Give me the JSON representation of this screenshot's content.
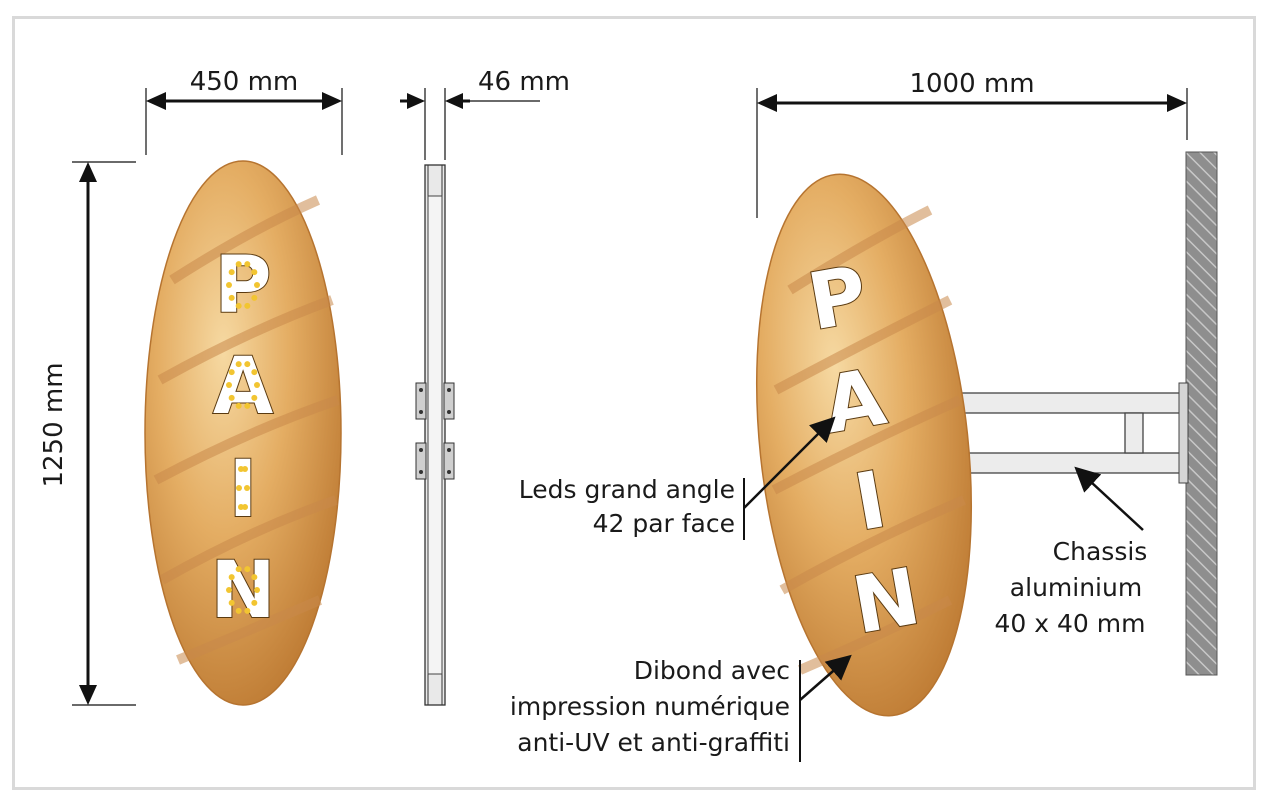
{
  "dimensions": {
    "width_front": "450 mm",
    "thickness": "46 mm",
    "projection": "1000 mm",
    "height": "1250 mm"
  },
  "sign_text": [
    "P",
    "A",
    "I",
    "N"
  ],
  "callouts": {
    "leds": [
      "Leds grand angle",
      "42 par face"
    ],
    "chassis": [
      "Chassis",
      "aluminium",
      "40 x 40 mm"
    ],
    "dibond": [
      "Dibond avec",
      "impression numérique",
      "anti-UV et anti-graffiti"
    ]
  },
  "colors": {
    "bread_light": "#f0c98a",
    "bread_mid": "#d99a4e",
    "bread_dark": "#b06a25",
    "led": "#f2c531",
    "frame_gray": "#d9d9d9",
    "wall_gray": "#8a8a8a"
  }
}
